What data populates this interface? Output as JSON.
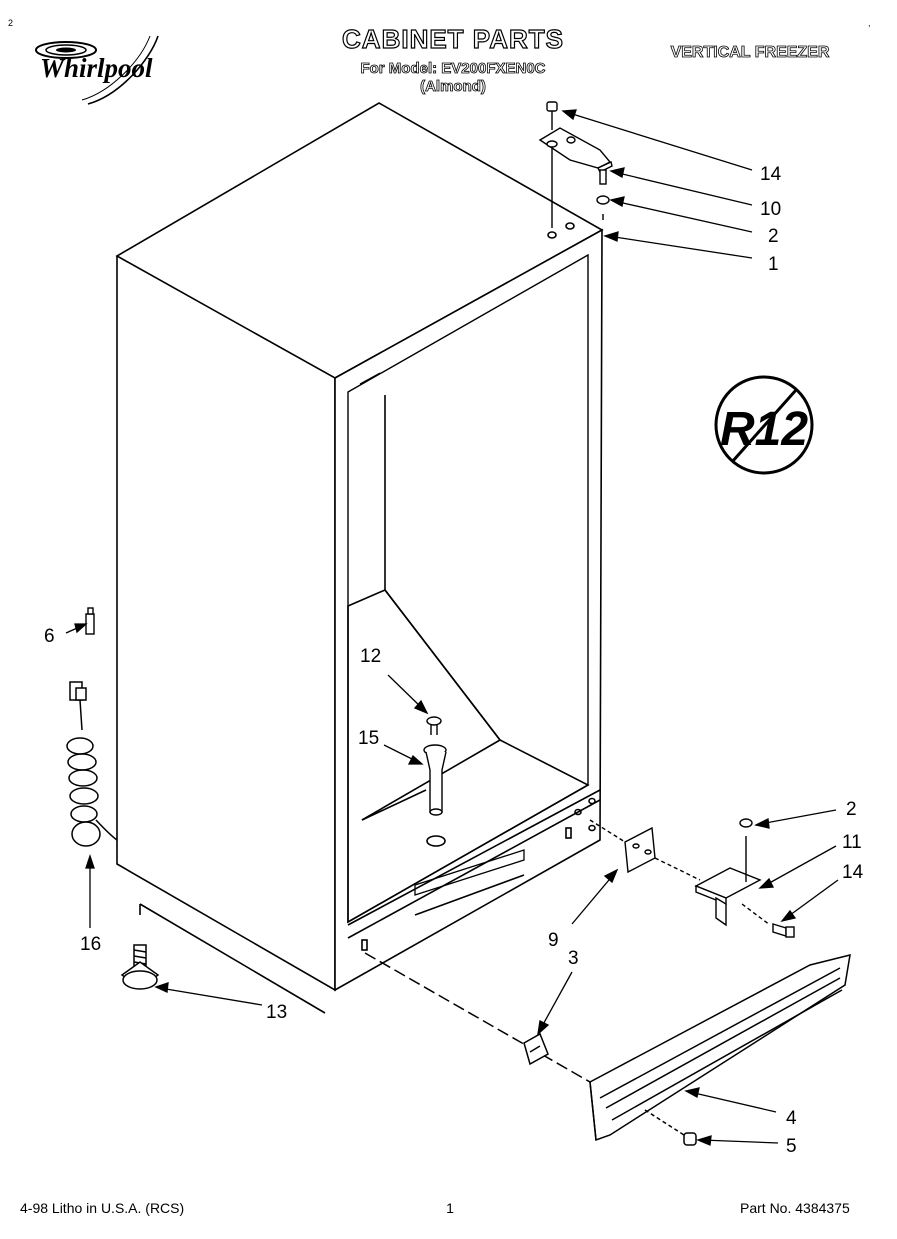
{
  "header": {
    "brand": "Whirlpool",
    "title": "CABINET PARTS",
    "model_line": "For Model: EV200FXEN0C",
    "color_line": "(Almond)",
    "product_type": "VERTICAL FREEZER"
  },
  "corner_marks": {
    "top_left": "2",
    "top_right": ","
  },
  "badge": {
    "text": "R12",
    "meaning": "no-R12-refrigerant"
  },
  "callouts": [
    "14",
    "10",
    "2",
    "1",
    "6",
    "12",
    "15",
    "16",
    "13",
    "2",
    "11",
    "14",
    "9",
    "3",
    "4",
    "5"
  ],
  "footer": {
    "litho": "4-98 Litho in U.S.A. (RCS)",
    "page": "1",
    "part_no": "Part No. 4384375"
  }
}
